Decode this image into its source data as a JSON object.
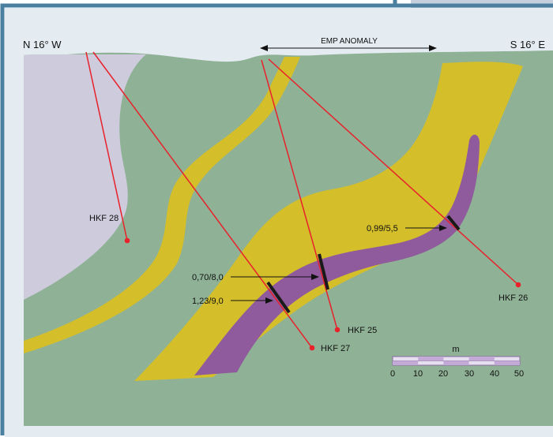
{
  "section": {
    "direction_left": "N 16°  W",
    "direction_right": "S 16° E",
    "anomaly_label": "EMP ANOMALY"
  },
  "boreholes": [
    {
      "label": "HKF 28"
    },
    {
      "label": "HKF 27"
    },
    {
      "label": "HKF 25"
    },
    {
      "label": "HKF 26"
    }
  ],
  "intersections": [
    {
      "label": "0,99/5,5"
    },
    {
      "label": "0,70/8,0"
    },
    {
      "label": "1,23/9,0"
    }
  ],
  "scale_bar": {
    "unit": "m",
    "ticks": [
      "0",
      "10",
      "20",
      "30",
      "40",
      "50"
    ]
  },
  "colors": {
    "frame": "#4a7fa0",
    "background": "#e4ecf2",
    "host_rock": "#8fb296",
    "upper_left_unit": "#cdcbdc",
    "yellow_unit": "#d4be2a",
    "purple_unit": "#8f5b9c",
    "borehole_line": "#e8212b"
  }
}
